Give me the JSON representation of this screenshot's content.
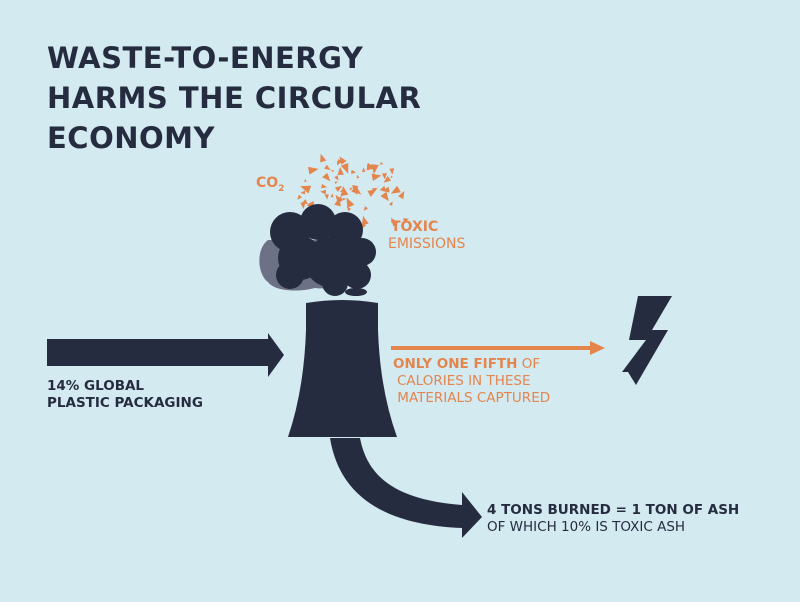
{
  "title": {
    "lines": [
      "WASTE-TO-ENERGY",
      "HARMS THE CIRCULAR",
      "ECONOMY"
    ]
  },
  "emissions": {
    "co2": "CO",
    "co2_sub": "2",
    "toxic_bold": "TOXIC",
    "toxic_rest": "EMISSIONS"
  },
  "input": {
    "line1": "14% GLOBAL",
    "line2": "PLASTIC PACKAGING"
  },
  "energy": {
    "bold": "ONLY ONE FIFTH",
    "rest1": " OF",
    "line2": "CALORIES IN THESE",
    "line3": " MATERIALS CAPTURED"
  },
  "ash": {
    "line1": "4 TONS BURNED = 1 TON OF ASH",
    "line2": "OF WHICH 10% IS TOXIC ASH"
  },
  "colors": {
    "background": "#d3eaf1",
    "dark": "#262c40",
    "accent": "#e4854e",
    "smoke_shadow": "#6c7186"
  },
  "icons": [
    "smoke-cloud-icon",
    "cooling-tower-icon",
    "lightning-bolt-icon"
  ]
}
